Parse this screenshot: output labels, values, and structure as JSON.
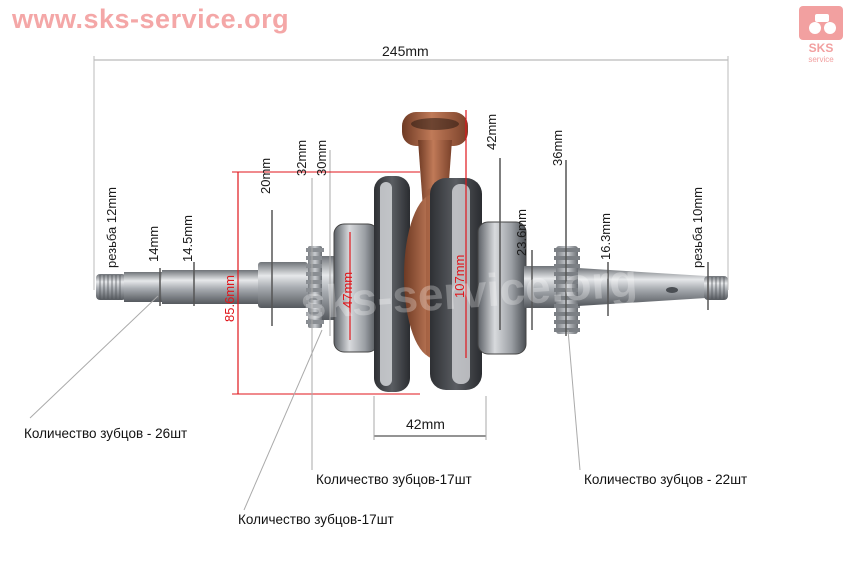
{
  "watermark": {
    "url": "www.sks-service.org",
    "logo_text": "SKS",
    "logo_subtext": "service"
  },
  "dimensions": {
    "overall_length": "245mm",
    "thread_left": "резьба 12mm",
    "d_14": "14mm",
    "d_14_5": "14.5mm",
    "d_20": "20mm",
    "d_32": "32mm",
    "d_30": "30mm",
    "d_85_6": "85.6mm",
    "d_47": "47mm",
    "d_107": "107mm",
    "d_42_top": "42mm",
    "d_23_6": "23.6mm",
    "d_36": "36mm",
    "d_16_3": "16.3mm",
    "thread_right": "резьба 10mm",
    "width_42": "42mm"
  },
  "captions": {
    "teeth_26": "Количество зубцов - 26шт",
    "teeth_17_a": "Количество зубцов-17шт",
    "teeth_17_b": "Количество зубцов-17шт",
    "teeth_22": "Количество зубцов - 22шт"
  },
  "colors": {
    "accent_red": "#e0161b",
    "watermark_pink": "#f4a7a7",
    "rod_copper": "#b06a4a",
    "steel": "#b9bcc2"
  }
}
